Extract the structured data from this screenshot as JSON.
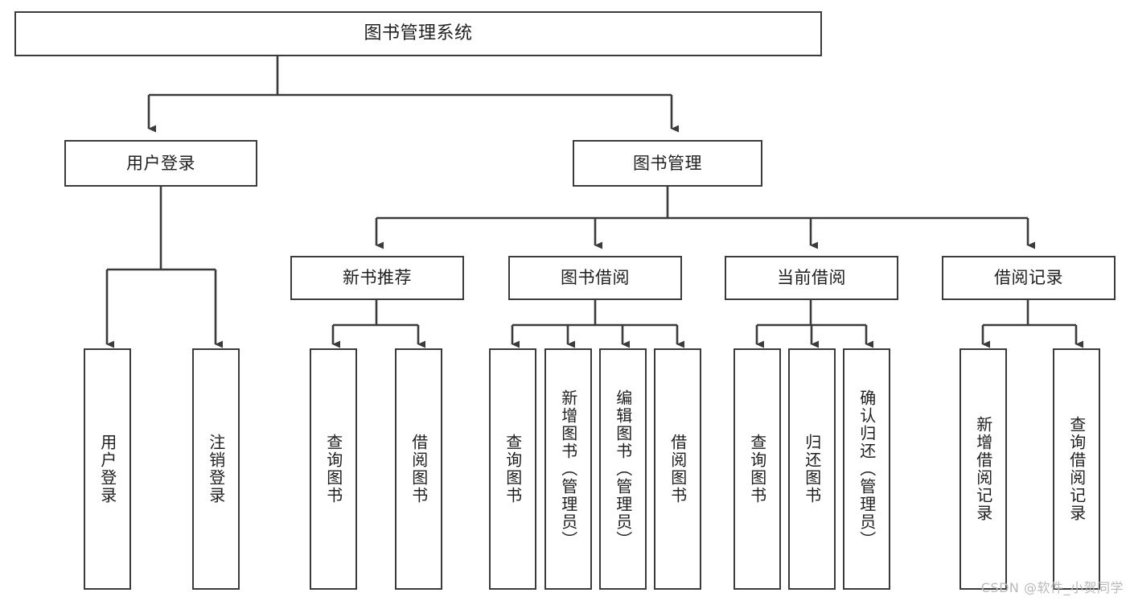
{
  "diagram": {
    "title": "图书管理系统",
    "type": "tree-hierarchy",
    "colors": {
      "box_border": "#3b3b3b",
      "box_fill": "#ffffff",
      "edge": "#3b3b3b",
      "text": "#1f1f1f",
      "watermark": "#b9b9b9",
      "background": "#ffffff"
    },
    "watermark": "CSDN @软件_小贺同学",
    "levels": [
      {
        "level": 0,
        "nodes": [
          {
            "id": "root",
            "label": "图书管理系统",
            "orientation": "horizontal"
          }
        ]
      },
      {
        "level": 1,
        "nodes": [
          {
            "id": "user-login",
            "label": "用户登录",
            "orientation": "horizontal",
            "parent": "root"
          },
          {
            "id": "book-manage",
            "label": "图书管理",
            "orientation": "horizontal",
            "parent": "root"
          }
        ]
      },
      {
        "level": 2,
        "nodes": [
          {
            "id": "new-book-recommend",
            "label": "新书推荐",
            "orientation": "horizontal",
            "parent": "book-manage"
          },
          {
            "id": "book-borrow",
            "label": "图书借阅",
            "orientation": "horizontal",
            "parent": "book-manage"
          },
          {
            "id": "current-borrow",
            "label": "当前借阅",
            "orientation": "horizontal",
            "parent": "book-manage"
          },
          {
            "id": "borrow-record",
            "label": "借阅记录",
            "orientation": "horizontal",
            "parent": "book-manage"
          }
        ]
      },
      {
        "level": 3,
        "nodes": [
          {
            "id": "leaf-user-login",
            "label": "用户登录",
            "orientation": "vertical",
            "parent": "user-login"
          },
          {
            "id": "leaf-logout-login",
            "label": "注销登录",
            "orientation": "vertical",
            "parent": "user-login"
          },
          {
            "id": "leaf-query-book-1",
            "label": "查询图书",
            "orientation": "vertical",
            "parent": "new-book-recommend"
          },
          {
            "id": "leaf-borrow-book-1",
            "label": "借阅图书",
            "orientation": "vertical",
            "parent": "new-book-recommend"
          },
          {
            "id": "leaf-query-book-2",
            "label": "查询图书",
            "orientation": "vertical",
            "parent": "book-borrow"
          },
          {
            "id": "leaf-add-book",
            "label": "新增图书（管理员）",
            "orientation": "vertical",
            "parent": "book-borrow"
          },
          {
            "id": "leaf-edit-book",
            "label": "编辑图书（管理员）",
            "orientation": "vertical",
            "parent": "book-borrow"
          },
          {
            "id": "leaf-borrow-book-2",
            "label": "借阅图书",
            "orientation": "vertical",
            "parent": "book-borrow"
          },
          {
            "id": "leaf-query-book-3",
            "label": "查询图书",
            "orientation": "vertical",
            "parent": "current-borrow"
          },
          {
            "id": "leaf-return-book",
            "label": "归还图书",
            "orientation": "vertical",
            "parent": "current-borrow"
          },
          {
            "id": "leaf-confirm-return",
            "label": "确认归还（管理员）",
            "orientation": "vertical",
            "parent": "current-borrow"
          },
          {
            "id": "leaf-add-record",
            "label": "新增借阅记录",
            "orientation": "vertical",
            "parent": "borrow-record"
          },
          {
            "id": "leaf-query-record",
            "label": "查询借阅记录",
            "orientation": "vertical",
            "parent": "borrow-record"
          }
        ]
      }
    ]
  }
}
